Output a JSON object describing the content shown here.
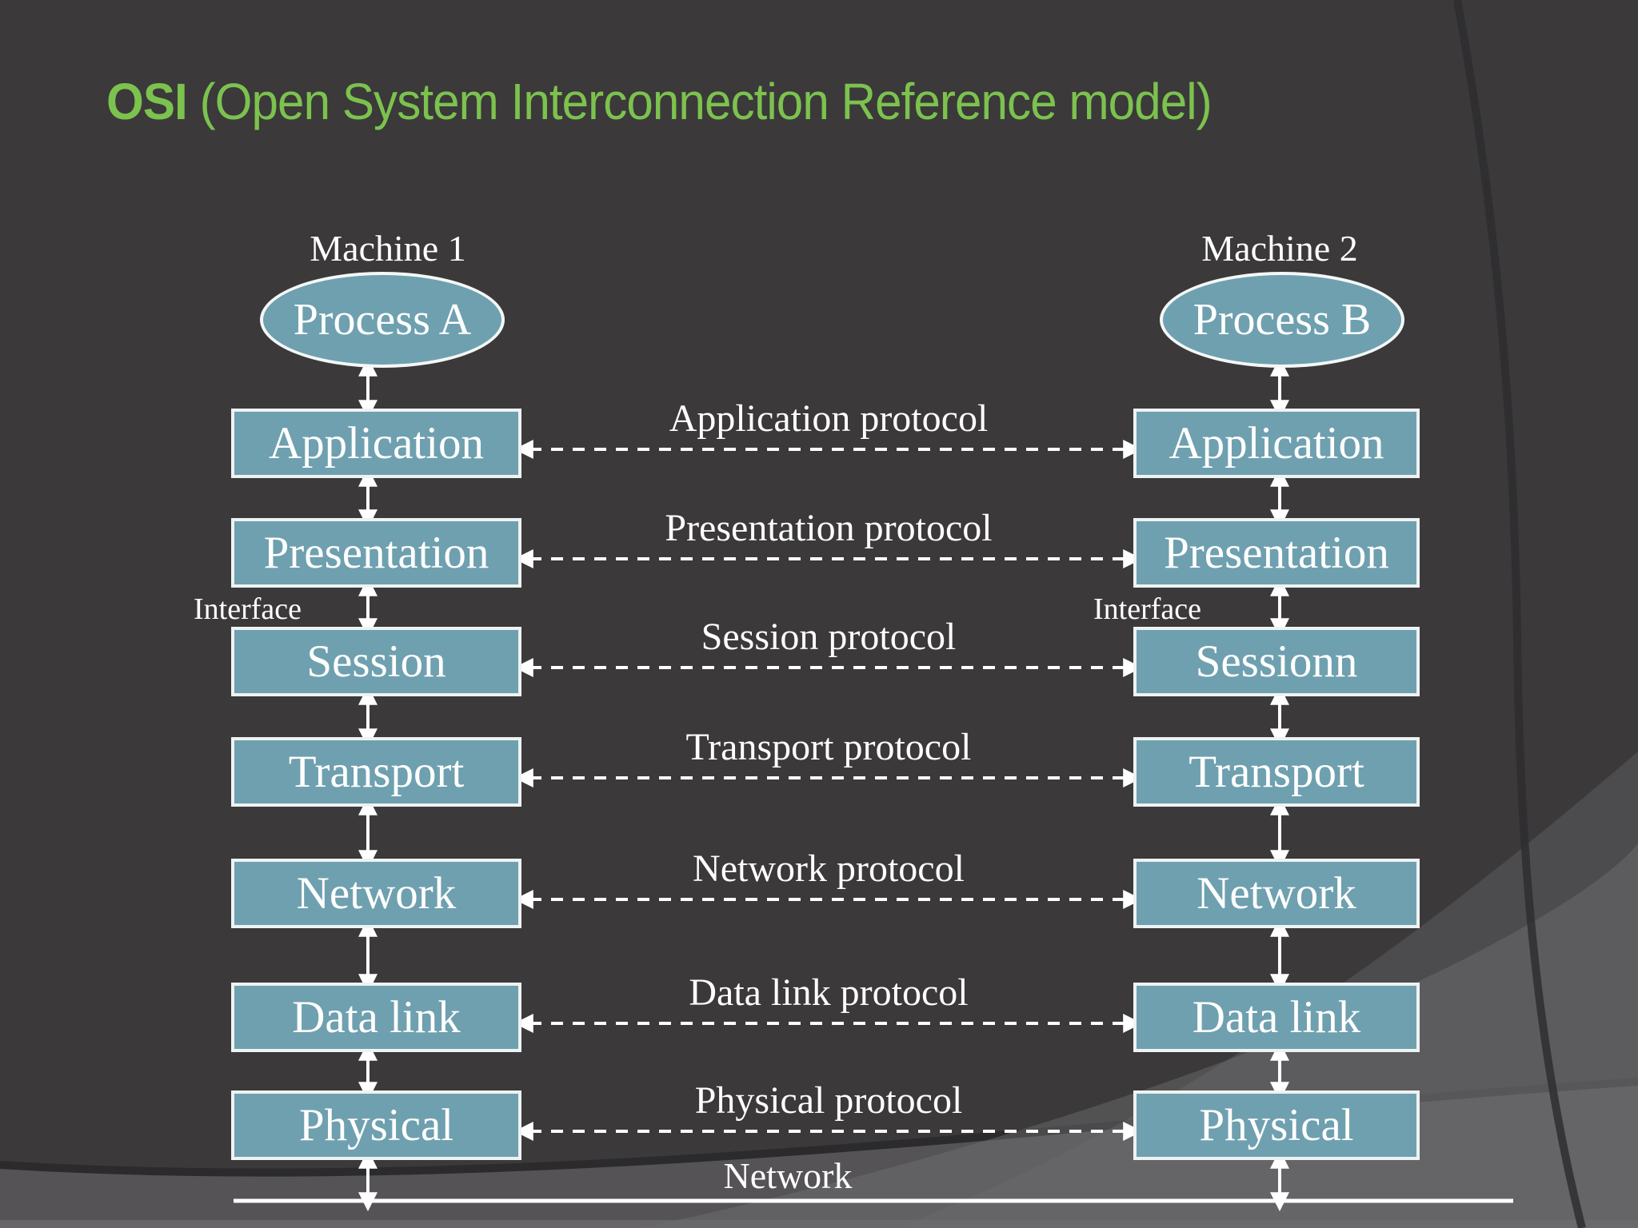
{
  "title": {
    "abbr": "OSI",
    "rest": " (Open System Interconnection Reference model)"
  },
  "machine1": "Machine 1",
  "machine2": "Machine 2",
  "process_a": "Process A",
  "process_b": "Process B",
  "interface_left": "Interface",
  "interface_right": "Interface",
  "layers": {
    "left": [
      "Application",
      "Presentation",
      "Session",
      "Transport",
      "Network",
      "Data link",
      "Physical"
    ],
    "right": [
      "Application",
      "Presentation",
      "Sessionn",
      "Transport",
      "Network",
      "Data link",
      "Physical"
    ]
  },
  "protocols": [
    "Application protocol",
    "Presentation protocol",
    "Session protocol",
    "Transport protocol",
    "Network protocol",
    "Data link protocol",
    "Physical protocol"
  ],
  "network_label": "Network",
  "colors": {
    "title_green": "#7cc24e",
    "box_fill": "#6fa0af",
    "box_border": "#eef2f2",
    "background": "#3b393a",
    "bottom_band": "#555356",
    "text_white": "#ffffff"
  }
}
